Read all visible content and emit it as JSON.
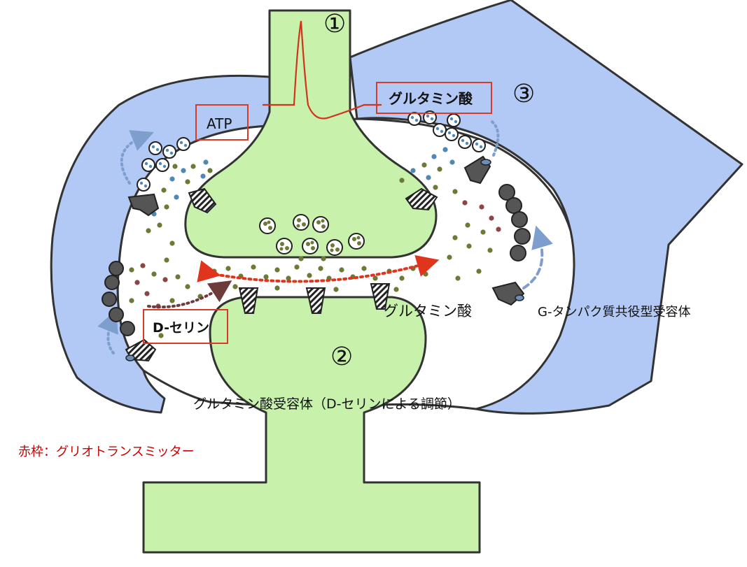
{
  "markers": {
    "presynaptic": "①",
    "postsynaptic": "②",
    "astrocyte": "③"
  },
  "boxes": {
    "atp": "ATP",
    "glutamate_glia": "グルタミン酸",
    "d_serine": "D-セリン"
  },
  "labels": {
    "glutamate_cleft": "グルタミン酸",
    "gpcr": "G-タンパク質共役型受容体",
    "nmda": "グルタミン酸受容体（D-セリンによる調節）",
    "legend": "赤枠：グリオトランスミッター"
  },
  "colors": {
    "neuron": "#c8f2ac",
    "glia": "#b3c9f5",
    "outline": "#333333",
    "transmitter_box": "#d83a2a",
    "dot_olive": "#6b7a35",
    "dot_blue": "#4f88b5",
    "dot_maroon": "#8c4545",
    "arrow_red": "#e0351c",
    "arrow_blue": "#7e9fcd",
    "legend_text": "#cc0000"
  },
  "icons": [
    "vesicle-icon",
    "receptor-icon",
    "gpcr-icon",
    "transporter-icon",
    "spike-trace-icon"
  ]
}
